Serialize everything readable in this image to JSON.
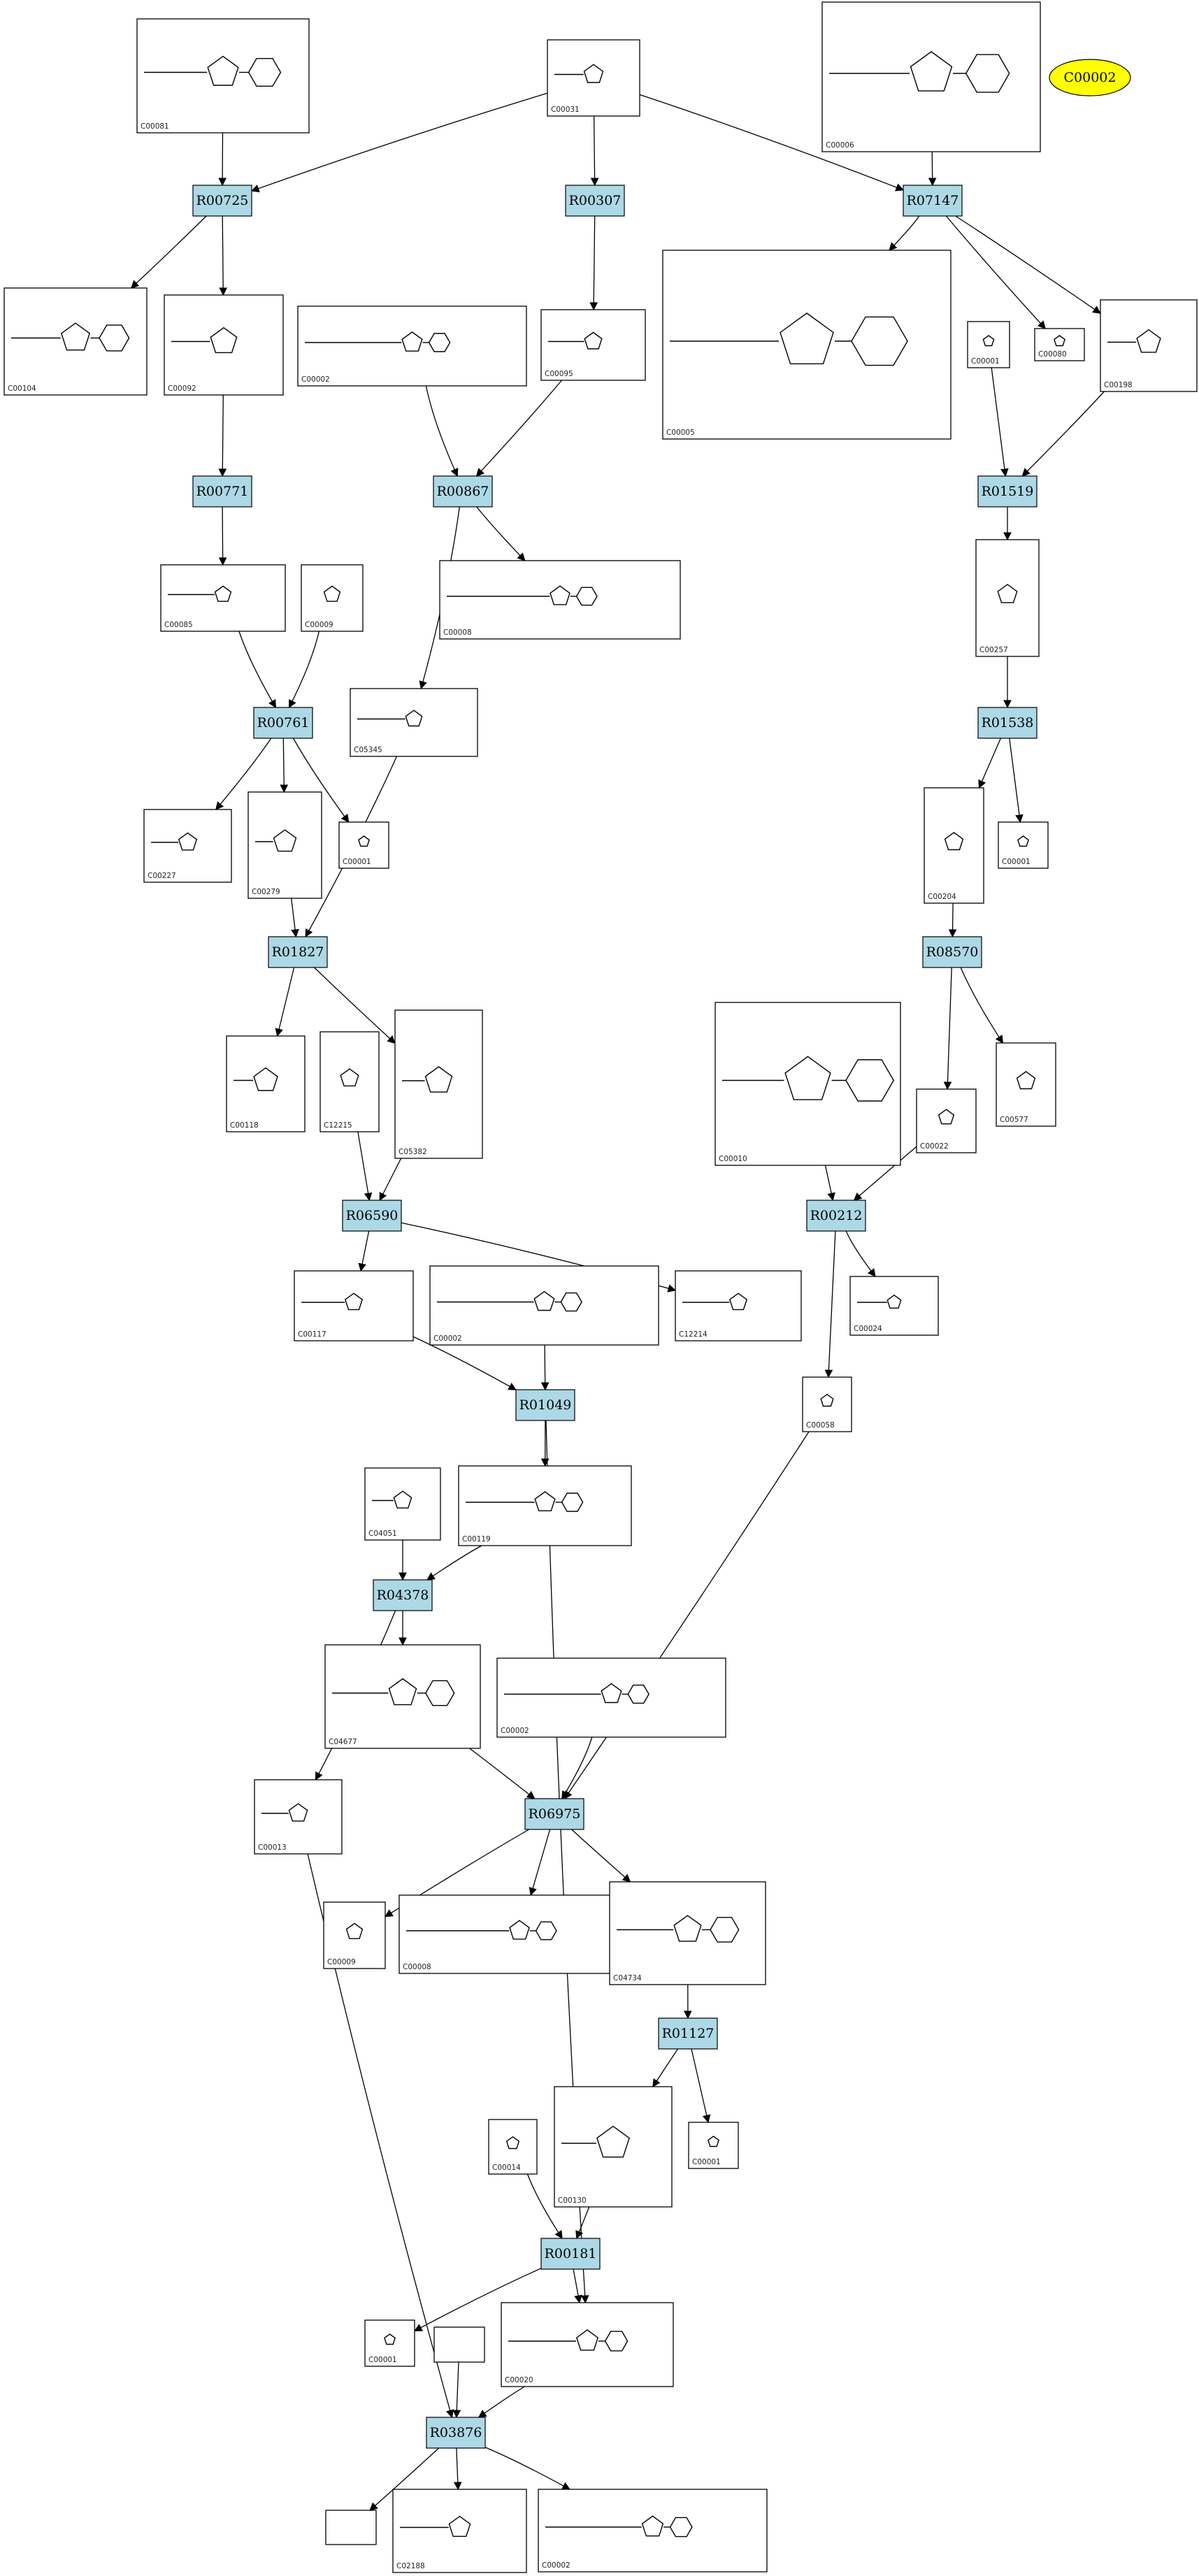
{
  "reactions": [
    {
      "id": "R00725",
      "label": "R00725"
    },
    {
      "id": "R00307",
      "label": "R00307"
    },
    {
      "id": "R07147",
      "label": "R07147"
    },
    {
      "id": "R00771",
      "label": "R00771"
    },
    {
      "id": "R00867",
      "label": "R00867"
    },
    {
      "id": "R01519",
      "label": "R01519"
    },
    {
      "id": "R00761",
      "label": "R00761"
    },
    {
      "id": "R01538",
      "label": "R01538"
    },
    {
      "id": "R01827",
      "label": "R01827"
    },
    {
      "id": "R08570",
      "label": "R08570"
    },
    {
      "id": "R06590",
      "label": "R06590"
    },
    {
      "id": "R00212",
      "label": "R00212"
    },
    {
      "id": "R01049",
      "label": "R01049"
    },
    {
      "id": "R04378",
      "label": "R04378"
    },
    {
      "id": "R06975",
      "label": "R06975"
    },
    {
      "id": "R01127",
      "label": "R01127"
    },
    {
      "id": "R00181",
      "label": "R00181"
    },
    {
      "id": "R03876",
      "label": "R03876"
    }
  ],
  "compounds": [
    {
      "id": "C00081a",
      "label": "C00081"
    },
    {
      "id": "C00031",
      "label": "C00031"
    },
    {
      "id": "C00006",
      "label": "C00006"
    },
    {
      "id": "C00104",
      "label": "C00104"
    },
    {
      "id": "C00092",
      "label": "C00092"
    },
    {
      "id": "C00002a",
      "label": "C00002"
    },
    {
      "id": "C00095",
      "label": "C00095"
    },
    {
      "id": "C00005",
      "label": "C00005"
    },
    {
      "id": "C00001a",
      "label": "C00001"
    },
    {
      "id": "C00080",
      "label": "C00080"
    },
    {
      "id": "C00198",
      "label": "C00198"
    },
    {
      "id": "C00085",
      "label": "C00085"
    },
    {
      "id": "C00009a",
      "label": "C00009"
    },
    {
      "id": "C00008",
      "label": "C00008"
    },
    {
      "id": "C00257",
      "label": "C00257"
    },
    {
      "id": "C05345",
      "label": "C05345"
    },
    {
      "id": "C00227",
      "label": "C00227"
    },
    {
      "id": "C00279",
      "label": "C00279"
    },
    {
      "id": "C00001b",
      "label": "C00001"
    },
    {
      "id": "C00204",
      "label": "C00204"
    },
    {
      "id": "C00001c",
      "label": "C00001"
    },
    {
      "id": "C00118",
      "label": "C00118"
    },
    {
      "id": "C12215",
      "label": "C12215"
    },
    {
      "id": "C05382",
      "label": "C05382"
    },
    {
      "id": "C00010",
      "label": "C00010"
    },
    {
      "id": "C00022",
      "label": "C00022"
    },
    {
      "id": "C00577",
      "label": "C00577"
    },
    {
      "id": "C00117",
      "label": "C00117"
    },
    {
      "id": "C00002b",
      "label": "C00002"
    },
    {
      "id": "C12214",
      "label": "C12214"
    },
    {
      "id": "C00024",
      "label": "C00024"
    },
    {
      "id": "C00058",
      "label": "C00058"
    },
    {
      "id": "C04051",
      "label": "C04051"
    },
    {
      "id": "C00119",
      "label": "C00119"
    },
    {
      "id": "C04677",
      "label": "C04677"
    },
    {
      "id": "C00002c",
      "label": "C00002"
    },
    {
      "id": "C00013",
      "label": "C00013"
    },
    {
      "id": "C00009b",
      "label": "C00009"
    },
    {
      "id": "C00008b",
      "label": "C00008"
    },
    {
      "id": "C04734",
      "label": "C04734"
    },
    {
      "id": "C00014",
      "label": "C00014"
    },
    {
      "id": "C00130",
      "label": "C00130"
    },
    {
      "id": "C00001d",
      "label": "C00001"
    },
    {
      "id": "C00001e",
      "label": "C00001"
    },
    {
      "id": "C00020",
      "label": "C00020"
    },
    {
      "id": "C02188",
      "label": "C02188"
    },
    {
      "id": "C00002d",
      "label": "C00002"
    }
  ],
  "highlight": {
    "label": "C00002",
    "fill": "#ffff00"
  },
  "colors": {
    "reaction_fill": "#add8e6",
    "edge": "#000000"
  }
}
